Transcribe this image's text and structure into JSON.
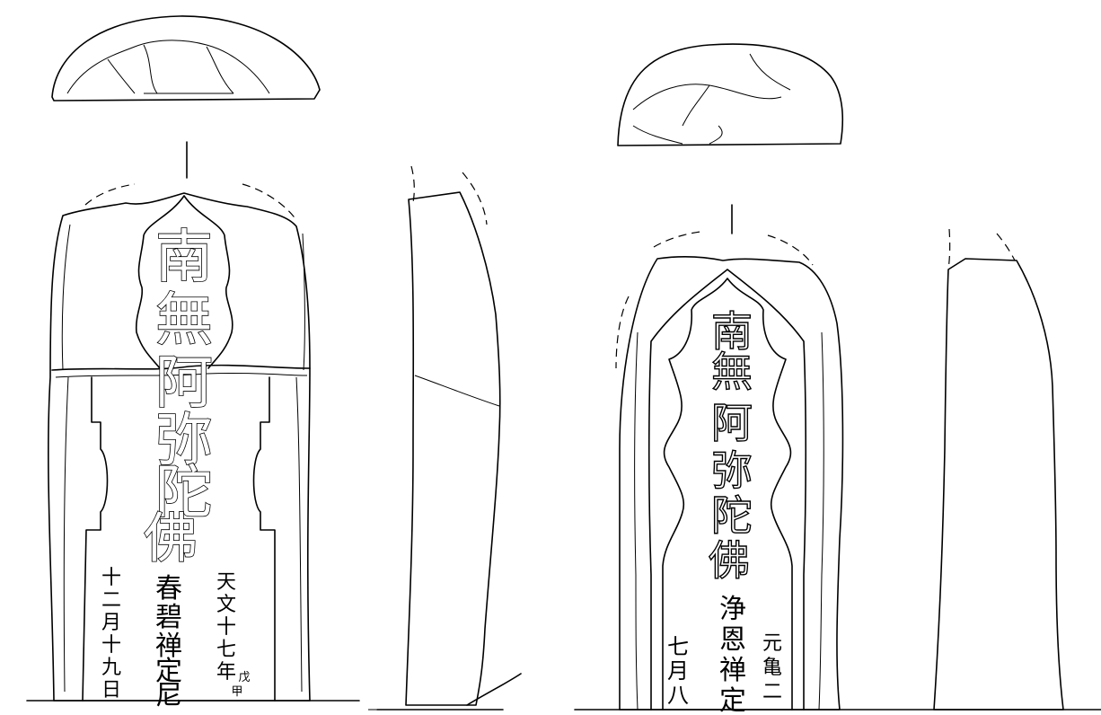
{
  "stone_a": {
    "main_inscription": [
      "南",
      "無",
      "阿",
      "弥",
      "陀",
      "佛"
    ],
    "left_inscription": [
      "十",
      "二",
      "月",
      "十",
      "九",
      "日"
    ],
    "center_inscription": [
      "春",
      "碧",
      "禅",
      "定",
      "尼"
    ],
    "right_inscription": [
      "天",
      "文",
      "十",
      "七",
      "年"
    ],
    "right_small": [
      "戊",
      "甲"
    ]
  },
  "stone_b": {
    "main_inscription": [
      "南",
      "無",
      "阿",
      "弥",
      "陀",
      "佛"
    ],
    "left_inscription": [
      "七",
      "月",
      "八"
    ],
    "center_inscription": [
      "浄",
      "恩",
      "禅",
      "定"
    ],
    "right_inscription": [
      "元",
      "亀",
      "二"
    ]
  }
}
